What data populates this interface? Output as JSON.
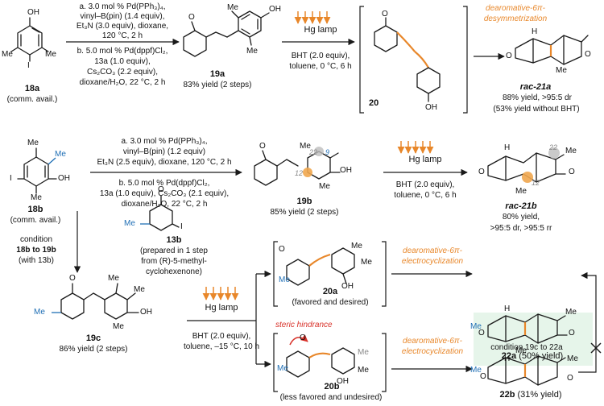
{
  "row1": {
    "sm_label": "18a",
    "sm_note": "(comm. avail.)",
    "cond_a": [
      "a. 3.0 mol % Pd(PPh₃)₄,",
      "vinyl–B(pin) (1.4 equiv),",
      "Et₃N (3.0 equiv), dioxane,",
      "120 °C, 2 h"
    ],
    "cond_b": [
      "b. 5.0 mol % Pd(dppf)Cl₂,",
      "13a  (1.0 equiv),",
      "Cs₂CO₃ (2.2 equiv),",
      "dioxane/H₂O, 22 °C, 2 h"
    ],
    "int_label": "19a",
    "int_yield": "83% yield (2 steps)",
    "lamp_cond": [
      "BHT (2.0 equiv),",
      "toluene, 0 °C, 6 h"
    ],
    "bracket_label": "20",
    "bracket_note": [
      "dearomative-6π-",
      "desymmetrization"
    ],
    "prod_label": "rac-21a",
    "prod_yield": [
      "88% yield, >95:5 dr",
      "(53% yield without BHT)"
    ]
  },
  "row2": {
    "sm_label": "18b",
    "sm_note": "(comm. avail.)",
    "cond_a": [
      "a. 3.0 mol % Pd(PPh₃)₄,",
      "vinyl–B(pin) (1.2 equiv)",
      "Et₃N (2.5 equiv), dioxane, 120 °C, 2 h"
    ],
    "cond_b": [
      "b. 5.0 mol % Pd(dppf)Cl₂,",
      "13a (1.0 equiv), Cs₂CO₃ (2.1 equiv),",
      "dioxane/H₂O, 22 °C, 2 h"
    ],
    "int_label": "19b",
    "int_yield": "85% yield (2 steps)",
    "lamp_cond": [
      "BHT (2.0 equiv),",
      "toluene, 0 °C, 6 h"
    ],
    "prod_label": "rac-21b",
    "prod_yield": [
      "80% yield,",
      ">95:5 dr, >95:5 rr"
    ],
    "numbering": [
      "22",
      "9",
      "12",
      "22",
      "12"
    ]
  },
  "row3": {
    "cond_text": [
      "condition",
      "18b to 19b",
      "(with 13b)"
    ],
    "reagent_label": "13b",
    "reagent_note": [
      "(prepared in 1 step",
      "from (R)-5-methyl-",
      "cyclohexenone)"
    ],
    "sm_label": "19c",
    "sm_yield": "86% yield (2 steps)",
    "lamp_cond": [
      "BHT (2.0 equiv),",
      "toluene, –15 °C, 10 h"
    ],
    "fav_label": "20a",
    "fav_note": "(favored and desired)",
    "unfav_label": "20b",
    "unfav_note": "(less favored and undesired)",
    "hindrance": "steric hindrance",
    "electro_note": [
      "dearomative-6π-",
      "electrocyclization"
    ],
    "prod_a_label": "22a",
    "prod_a_yield": "(50% yield)",
    "prod_b_label": "22b",
    "prod_b_yield": "(31% yield)",
    "cross_cond": "condition 19c to 22a"
  },
  "common": {
    "hg_lamp": "Hg lamp",
    "me": "Me",
    "oh": "OH",
    "o": "O",
    "h": "H",
    "i": "I"
  },
  "colors": {
    "orange": "#e8872a",
    "blue": "#1f6fb5",
    "red": "#d8322a",
    "highlight": "#e6f5ea"
  }
}
